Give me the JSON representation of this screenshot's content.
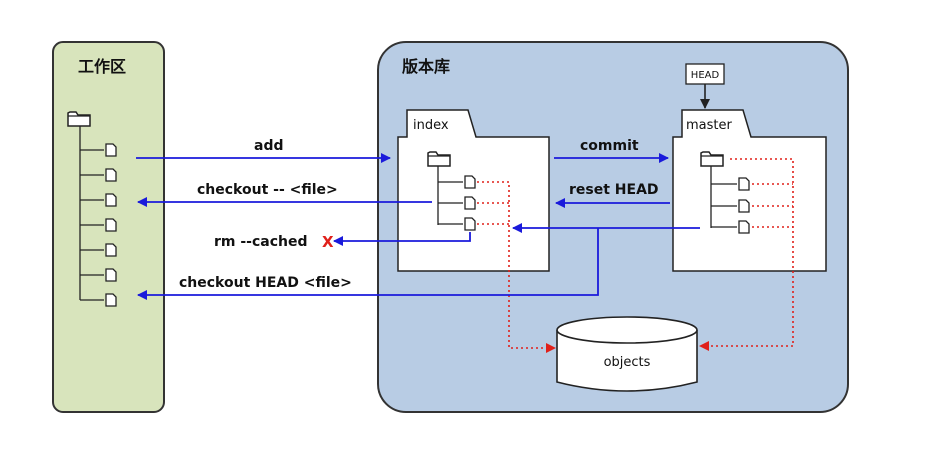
{
  "regions": {
    "workspace": {
      "title": "工作区"
    },
    "repository": {
      "title": "版本库"
    }
  },
  "nodes": {
    "index": "index",
    "master": "master",
    "head": "HEAD",
    "objects": "objects"
  },
  "commands": {
    "add": "add",
    "checkout_file": "checkout -- <file>",
    "rm_cached": "rm --cached",
    "checkout_head_file": "checkout HEAD <file>",
    "commit": "commit",
    "reset_head": "reset HEAD"
  },
  "marks": {
    "cross": "X"
  },
  "colors": {
    "workspace_fill": "#d8e4bc",
    "repository_fill": "#b8cce4",
    "arrow_blue": "#1a1adb",
    "dotted_red": "#e0201a",
    "stroke": "#222222"
  }
}
